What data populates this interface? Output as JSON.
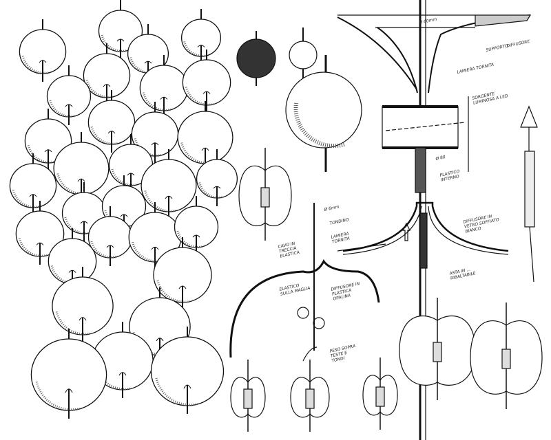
{
  "annotations": {
    "diameter_top": "Ø 60mm",
    "diffusore": "DIFFUSORE",
    "supporto": "SUPPORTO",
    "lamiera": "LAMIERA TORNITA",
    "sorgente": "SORGENTE LUMINOSA A LED",
    "diameter_mid": "Ø 80",
    "plastico": "PLASTICO INTERNO",
    "diffusore_vetro": "DIFFUSORE IN VETRO SOFFIATO BIANCO",
    "asta": "ASTA IN ... RIBALTABILE",
    "diameter_rod": "Ø 6mm",
    "tondino": "TONDINO",
    "lamiera_2": "LAMIERA TORNITA",
    "cavo": "CAVO IN TRECCIA ELASTICA",
    "elastico": "ELASTICO SULLA MAGLIA",
    "diffusore_plastica": "DIFFUSORE IN PLASTICA OPALINA",
    "peso": "PESO SOPRA TESTE E TONDI"
  }
}
